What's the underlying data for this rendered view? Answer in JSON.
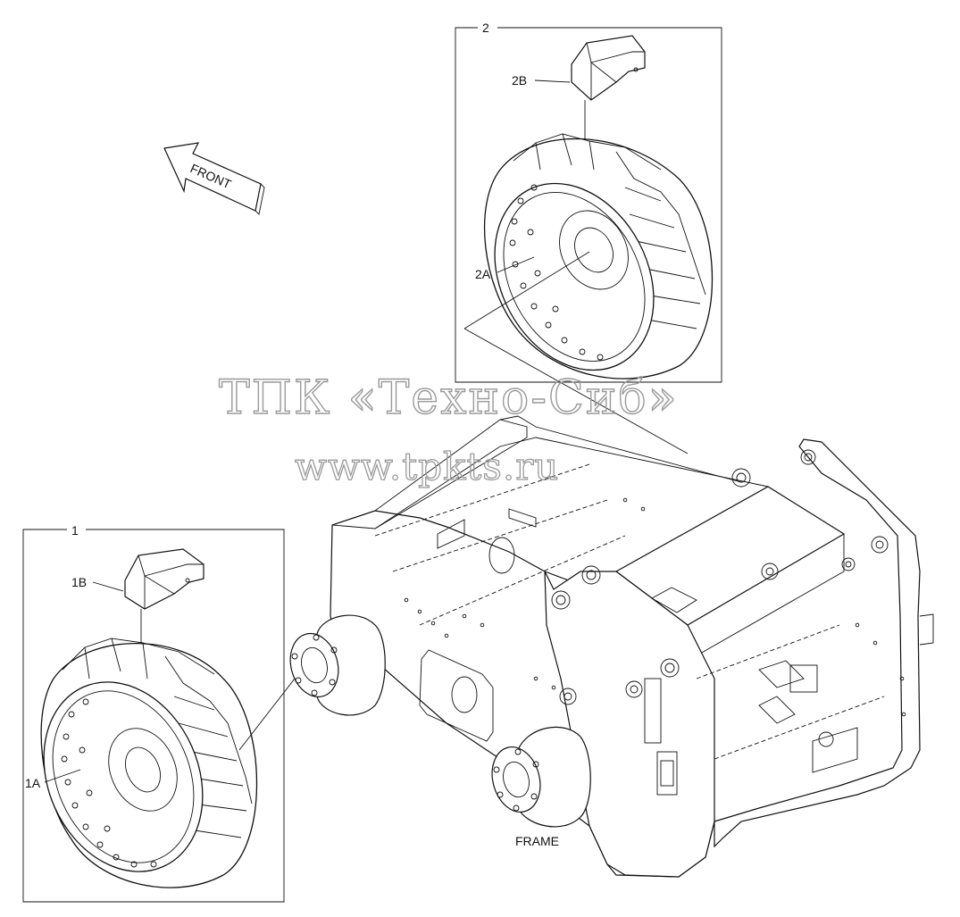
{
  "callouts": {
    "group2": "2",
    "part2b": "2B",
    "part2a": "2A",
    "group1": "1",
    "part1b": "1B",
    "part1a": "1A",
    "frame": "FRAME"
  },
  "front_arrow_label": "FRONT",
  "watermark": {
    "line1": "ТПК «Техно-Сиб»",
    "line2": "www.tpkts.ru"
  }
}
